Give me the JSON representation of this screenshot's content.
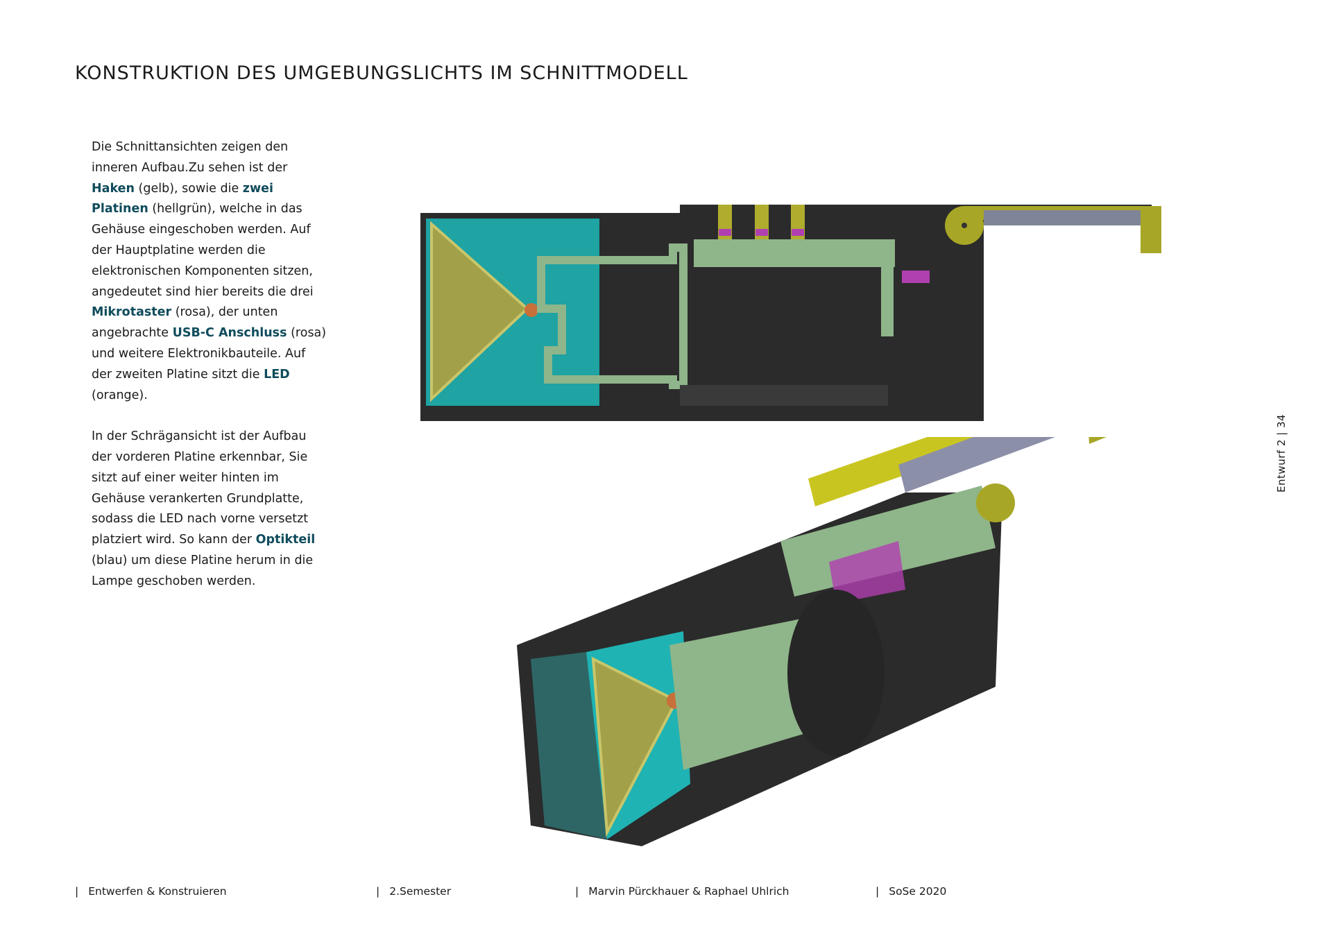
{
  "title": "KONSTRUKTION DES UMGEBUNGSLICHTS IM SCHNITTMODELL",
  "paragraph1": [
    {
      "t": "Die Schnittansichten zeigen den inneren Aufbau.",
      "b": false
    },
    {
      "t": "Zu sehen ist der ",
      "b": false
    },
    {
      "t": "Haken",
      "b": true
    },
    {
      "t": " (gelb), sowie die ",
      "b": false
    },
    {
      "t": "zwei Platinen",
      "b": true
    },
    {
      "t": " (hellgrün), welche in das Gehäuse eingeschoben werden. Auf der Hauptplatine werden die elektronischen Komponenten sitzen, angedeutet sind hier bereits die drei ",
      "b": false
    },
    {
      "t": "Mikrotaster",
      "b": true
    },
    {
      "t": " (rosa), der unten angebrachte ",
      "b": false
    },
    {
      "t": "USB-C Anschluss",
      "b": true
    },
    {
      "t": " (rosa) und weitere Elektronikbauteile. Auf der zweiten Platine sitzt die ",
      "b": false
    },
    {
      "t": "LED",
      "b": true
    },
    {
      "t": " (orange).",
      "b": false
    }
  ],
  "paragraph2": [
    {
      "t": "In der Schrägansicht ist der Aufbau der vorderen Platine erkennbar, Sie sitzt auf einer weiter hinten im Gehäuse verankerten Grundplatte, sodass die LED nach vorne versetzt platziert wird. So kann der ",
      "b": false
    },
    {
      "t": "Optikteil",
      "b": true
    },
    {
      "t": " (blau) um diese Platine herum in die Lampe geschoben werden.",
      "b": false
    }
  ],
  "side_label": "Entwurf 2   |   34",
  "footer": [
    "Entwerfen & Konstruieren",
    "2.Semester",
    "Marvin Pürckhauer & Raphael Uhlrich",
    "SoSe 2020"
  ],
  "colors": {
    "accent": "#0f4c5c",
    "housing": "#2b2b2b",
    "optic": "#1fa3a3",
    "hook": "#a8a626",
    "pcb": "#8fb58a",
    "switch": "#b040b0",
    "led": "#c8703a"
  }
}
